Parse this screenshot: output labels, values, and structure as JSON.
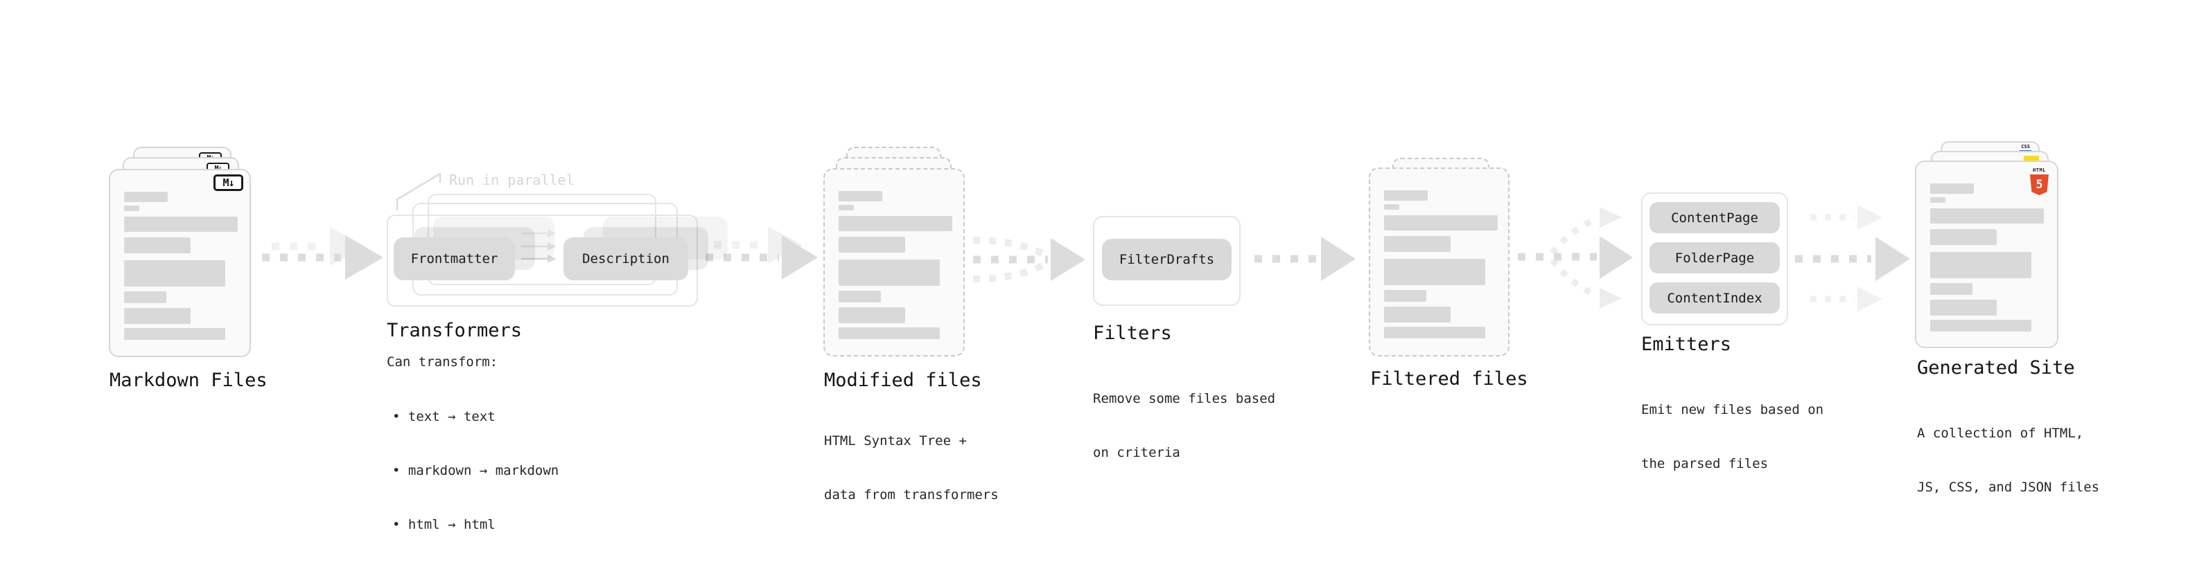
{
  "stages": [
    {
      "id": "markdown-files",
      "title": "Markdown Files"
    },
    {
      "id": "transformers",
      "title": "Transformers",
      "parallel_label": "Run in parallel",
      "box1": "Frontmatter",
      "box2": "Description",
      "body_heading": "Can transform:",
      "bullets": [
        "• text → text",
        "• markdown → markdown",
        "• html → html"
      ]
    },
    {
      "id": "modified-files",
      "title": "Modified files",
      "subtitle": [
        "HTML Syntax Tree +",
        "data from transformers"
      ]
    },
    {
      "id": "filters",
      "title": "Filters",
      "box1": "FilterDrafts",
      "subtitle": [
        "Remove some files based",
        "on criteria"
      ]
    },
    {
      "id": "filtered-files",
      "title": "Filtered files"
    },
    {
      "id": "emitters",
      "title": "Emitters",
      "box1": "ContentPage",
      "box2": "FolderPage",
      "box3": "ContentIndex",
      "subtitle": [
        "Emit new files based on",
        "the parsed files"
      ]
    },
    {
      "id": "generated-site",
      "title": "Generated Site",
      "subtitle": [
        "A collection of HTML,",
        "JS, CSS, and JSON files"
      ]
    }
  ],
  "badges": {
    "markdown": "M↓",
    "css": "CSS",
    "html_label": "HTML",
    "html_number": "5"
  },
  "colors": {
    "html5_orange": "#e44d26",
    "js_yellow": "#ffdf00",
    "css_blue": "#2962ff",
    "arrow_dark": "#dcdcdc",
    "arrow_light": "#f1f1f1"
  }
}
